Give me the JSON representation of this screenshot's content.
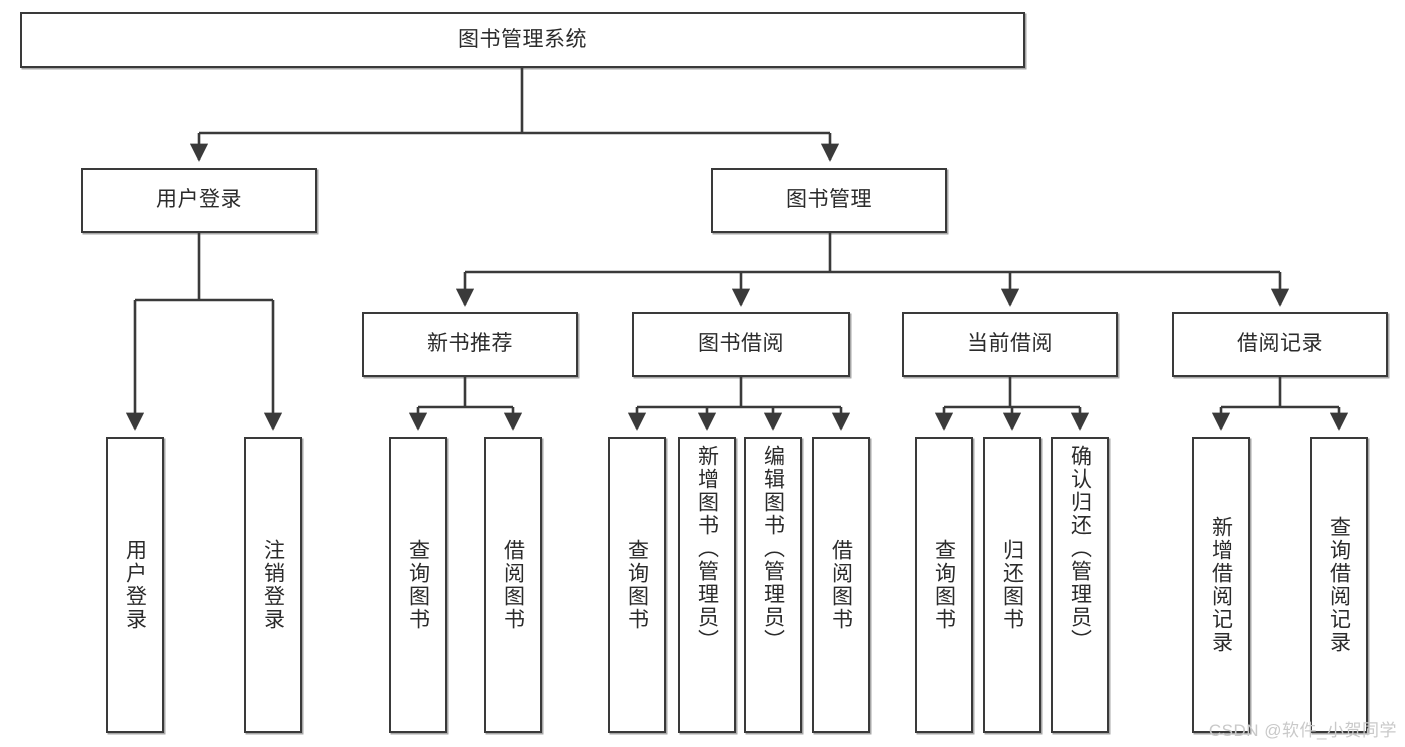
{
  "diagram": {
    "title": "图书管理系统",
    "type": "tree-hierarchy-chart",
    "colors": {
      "box_border": "#3a3a3a",
      "box_fill": "#ffffff",
      "edge": "#3a3a3a",
      "text": "#2b2b2b",
      "watermark": "#c9c9c9"
    },
    "root": {
      "label": "图书管理系统"
    },
    "level2": [
      {
        "label": "用户登录"
      },
      {
        "label": "图书管理"
      }
    ],
    "level3": [
      {
        "label": "新书推荐"
      },
      {
        "label": "图书借阅"
      },
      {
        "label": "当前借阅"
      },
      {
        "label": "借阅记录"
      }
    ],
    "leaves": {
      "user_login": [
        {
          "label": "用户登录"
        },
        {
          "label": "注销登录"
        }
      ],
      "new_book_recommend": [
        {
          "label": "查询图书"
        },
        {
          "label": "借阅图书"
        }
      ],
      "book_borrow": [
        {
          "label": "查询图书"
        },
        {
          "label": "新增图书（管理员）"
        },
        {
          "label": "编辑图书（管理员）"
        },
        {
          "label": "借阅图书"
        }
      ],
      "current_borrow": [
        {
          "label": "查询图书"
        },
        {
          "label": "归还图书"
        },
        {
          "label": "确认归还（管理员）"
        }
      ],
      "borrow_record": [
        {
          "label": "新增借阅记录"
        },
        {
          "label": "查询借阅记录"
        }
      ]
    }
  },
  "watermark": {
    "text": "CSDN @软件_小贺同学"
  }
}
